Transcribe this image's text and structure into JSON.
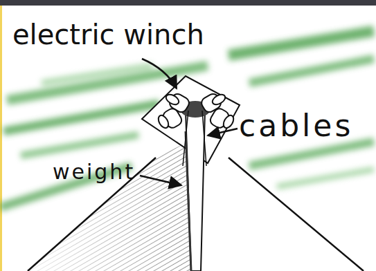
{
  "diagram": {
    "labels": [
      "electric winch",
      "cables",
      "weight"
    ]
  }
}
